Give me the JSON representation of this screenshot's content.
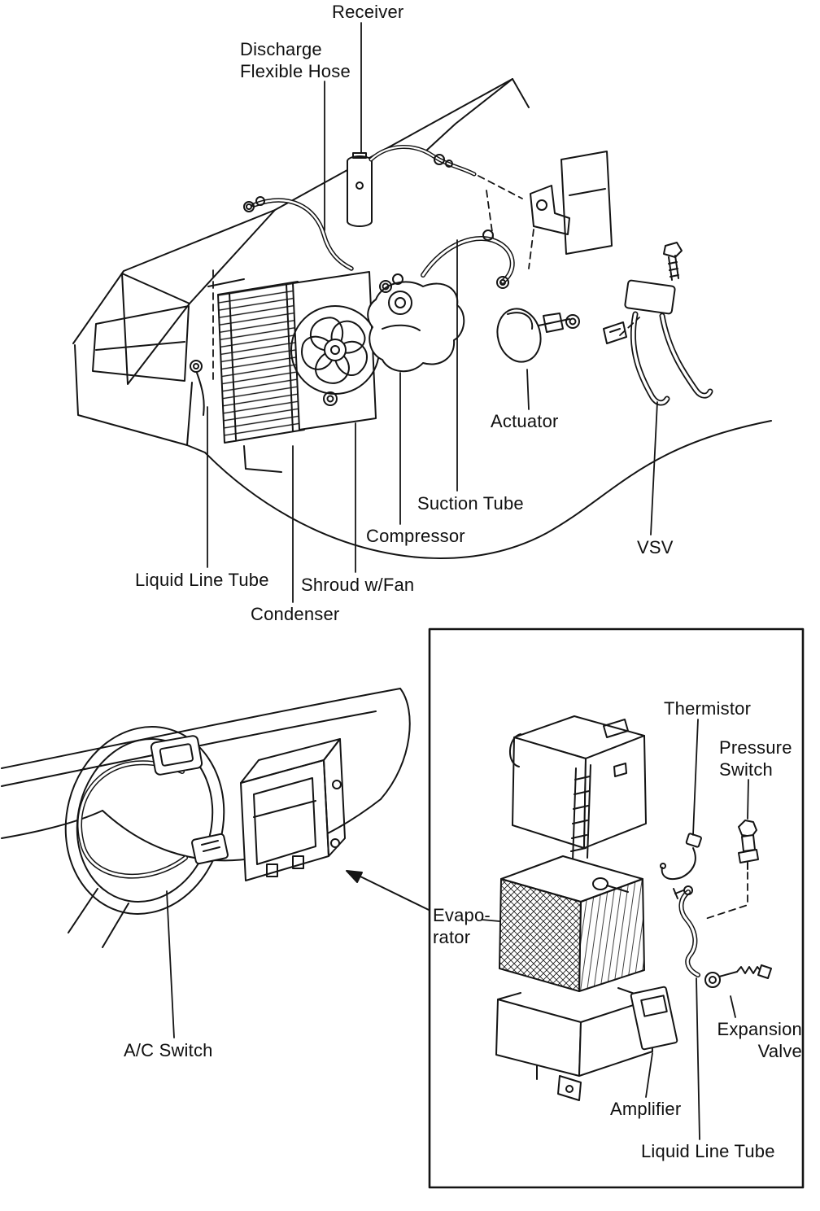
{
  "colors": {
    "ink": "#141414",
    "background": "#ffffff"
  },
  "engine_bay": {
    "labels": {
      "receiver": "Receiver",
      "discharge_flexible_hose": "Discharge\nFlexible Hose",
      "actuator": "Actuator",
      "suction_tube": "Suction Tube",
      "compressor": "Compressor",
      "vsv": "VSV",
      "liquid_line_tube": "Liquid Line Tube",
      "shroud_w_fan": "Shroud w/Fan",
      "condenser": "Condenser"
    }
  },
  "instrument_panel": {
    "labels": {
      "ac_switch": "A/C Switch"
    }
  },
  "evaporator_inset": {
    "labels": {
      "thermistor": "Thermistor",
      "pressure_switch": "Pressure\nSwitch",
      "evaporator": "Evapo-\nrator",
      "expansion_valve": "Expansion\nValve",
      "amplifier": "Amplifier",
      "liquid_line_tube": "Liquid Line Tube"
    }
  }
}
